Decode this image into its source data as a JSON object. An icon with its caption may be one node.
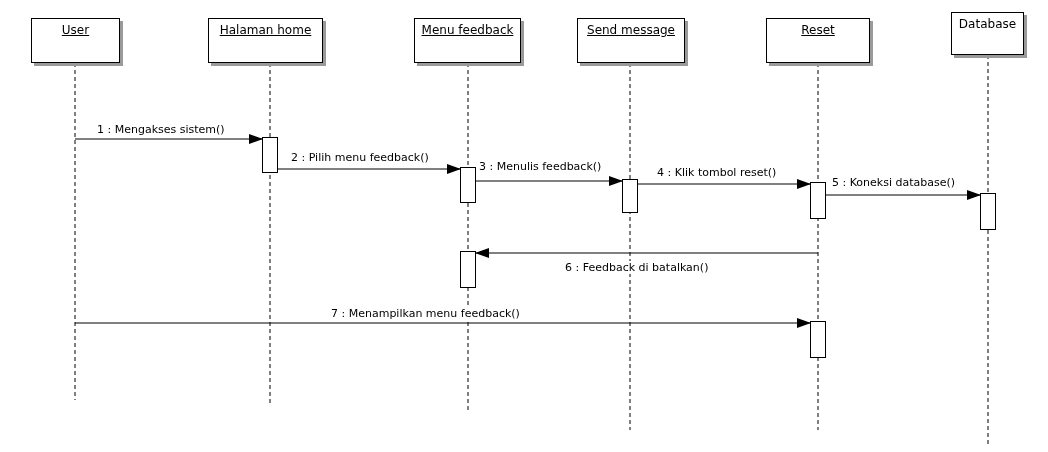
{
  "diagram": {
    "nodes": [
      {
        "text": [
          "User"
        ]
      },
      {
        "text": [
          "Halaman home"
        ]
      },
      {
        "text": [
          "Menu feedback"
        ]
      },
      {
        "text": [
          "Send message"
        ]
      },
      {
        "text": [
          "Reset"
        ]
      },
      {
        "text": [
          "Database"
        ]
      },
      {
        "text": [],
        "shape": "bar"
      },
      {
        "text": [],
        "shape": "bar"
      },
      {
        "text": [],
        "shape": "bar"
      },
      {
        "text": [],
        "shape": "bar"
      },
      {
        "text": [],
        "shape": "bar"
      },
      {
        "text": [],
        "shape": "bar"
      },
      {
        "text": [],
        "shape": "bar"
      }
    ],
    "edges": [
      {
        "from": null,
        "to": 6,
        "arrow": "to",
        "label": "1 : Mengakses sistem()"
      },
      {
        "from": 6,
        "to": 7,
        "arrow": "to",
        "label": "2 : Pilih menu feedback()"
      },
      {
        "from": 7,
        "to": 8,
        "arrow": "to",
        "label": "3 : Menulis feedback()"
      },
      {
        "from": 8,
        "to": 9,
        "arrow": "to",
        "label": "4 : Klik tombol reset()"
      },
      {
        "from": 9,
        "to": 10,
        "arrow": "to",
        "label": "5 : Koneksi database()"
      },
      {
        "from": null,
        "to": 11,
        "arrow": "to",
        "label": "6 : Feedback di batalkan()"
      },
      {
        "from": null,
        "to": 12,
        "arrow": "to",
        "label": "7 : Menampilkan menu feedback()"
      },
      {
        "from": 0,
        "to": null,
        "arrow": "none",
        "style": "dashed"
      },
      {
        "from": 1,
        "to": null,
        "arrow": "none",
        "style": "dashed"
      },
      {
        "from": 2,
        "to": null,
        "arrow": "none",
        "style": "dashed"
      },
      {
        "from": 3,
        "to": null,
        "arrow": "none",
        "style": "dashed"
      },
      {
        "from": 4,
        "to": null,
        "arrow": "none",
        "style": "dashed"
      },
      {
        "from": 5,
        "to": null,
        "arrow": "none",
        "style": "dashed"
      }
    ]
  }
}
